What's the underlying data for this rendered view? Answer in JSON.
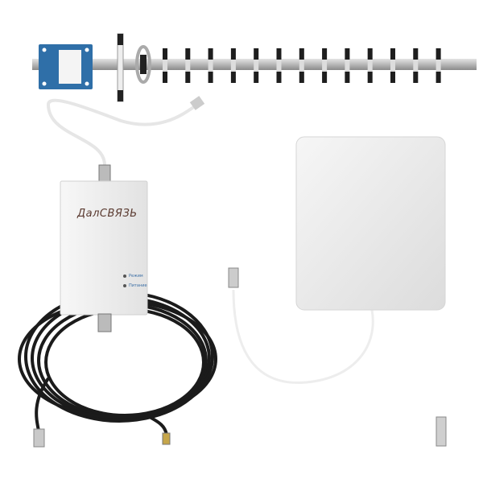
{
  "product": {
    "brand_logo": "ДалСВЯЗЬ",
    "indicators": [
      {
        "label": "Режим",
        "color": "#3a6ea5"
      },
      {
        "label": "Питание",
        "color": "#3a6ea5"
      }
    ]
  },
  "colors": {
    "antenna_plate": "#2f6fa8",
    "cable": "#1a1a1a",
    "panel": "#eeeeee",
    "repeater": "#f2f2f2"
  }
}
